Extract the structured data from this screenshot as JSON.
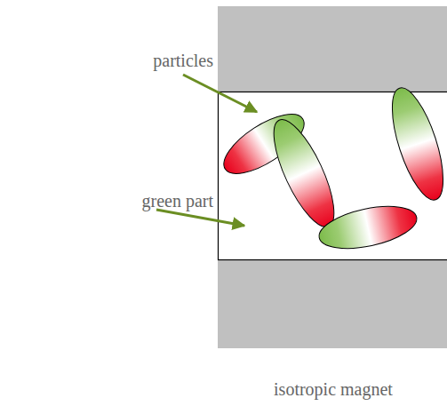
{
  "diagram": {
    "labels": [
      "particles",
      "green part",
      "isotropic magnet"
    ]
  }
}
